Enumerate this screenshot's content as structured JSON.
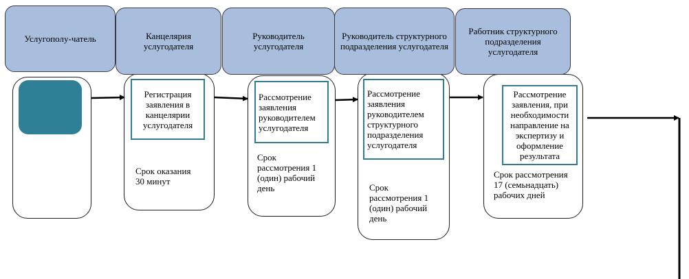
{
  "headers": [
    "Услугополу-чатель",
    "Канцелярия услугодателя",
    "Руководитель услугодателя",
    "Руководитель структурного подразделения услугодателя",
    "Работник структурного подразделения услугодателя"
  ],
  "steps": [
    "Регистрация заявления в канцелярии услугодателя",
    "Рассмотрение заявления руководителем услугодателя",
    "Рассмотрение заявления руководителем структурного подразделения услугодателя",
    "Рассмотрение заявления, при необходимости направление на экспертизу и оформление результата"
  ],
  "terms": [
    "Срок оказания 30 минут",
    "Срок рассмотрения 1 (один) рабочий день",
    "Срок рассмотрения 1 (один) рабочий день",
    "Срок рассмотрения 17 (семьнадцать) рабочих дней"
  ],
  "colors": {
    "header_fill": "#a8bedc",
    "step_border": "#2f7b8f",
    "start_fill": "#2f7f96"
  }
}
